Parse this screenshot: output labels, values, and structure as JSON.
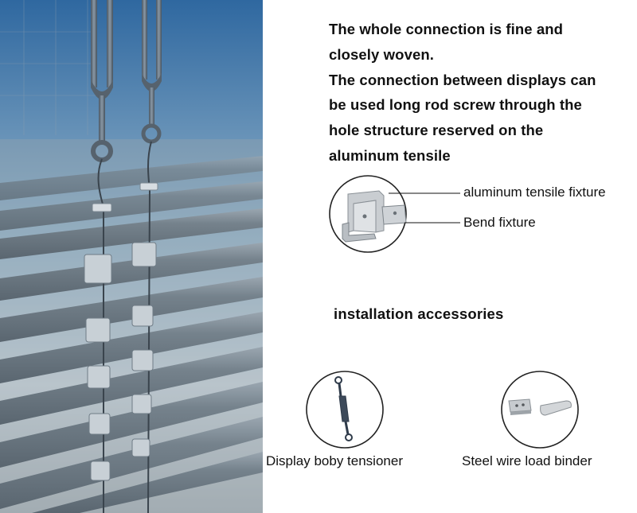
{
  "intro": {
    "lines": [
      "The whole connection is fine and",
      "closely woven.",
      "The connection between displays can",
      "be used long rod screw through the",
      "hole structure reserved on the",
      "aluminum tensile"
    ]
  },
  "callouts": {
    "aluminum_tensile_fixture": "aluminum tensile fixture",
    "bend_fixture": "Bend fixture"
  },
  "accessories": {
    "heading": "installation accessories",
    "items": [
      {
        "caption": "Display boby tensioner"
      },
      {
        "caption": "Steel wire load binder"
      }
    ]
  },
  "colors": {
    "sky_top": "#3e74a8",
    "sky_bottom": "#c9d6df",
    "ground": "#8c959b",
    "slat": "#6d7a84",
    "metal": "#5f6b76",
    "text": "#111111"
  }
}
